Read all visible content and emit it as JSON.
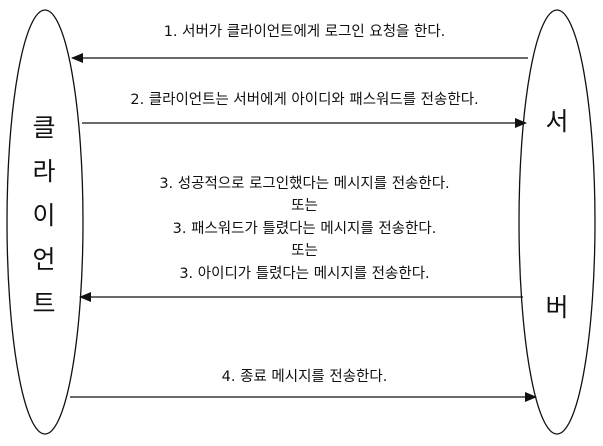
{
  "actors": {
    "client": [
      "클",
      "라",
      "이",
      "언",
      "트"
    ],
    "server": [
      "서",
      "버"
    ]
  },
  "messages": {
    "m1": "1. 서버가 클라이언트에게 로그인 요청을 한다.",
    "m2": "2. 클라이언트는 서버에게 아이디와 패스워드를 전송한다.",
    "m3_line1": "3. 성공적으로 로그인했다는 메시지를 전송한다.",
    "m3_or1": "또는",
    "m3_line2": "3. 패스워드가 틀렸다는 메시지를 전송한다.",
    "m3_or2": "또는",
    "m3_line3": "3. 아이디가 틀렸다는 메시지를 전송한다.",
    "m4": "4. 종료 메시지를 전송한다."
  }
}
